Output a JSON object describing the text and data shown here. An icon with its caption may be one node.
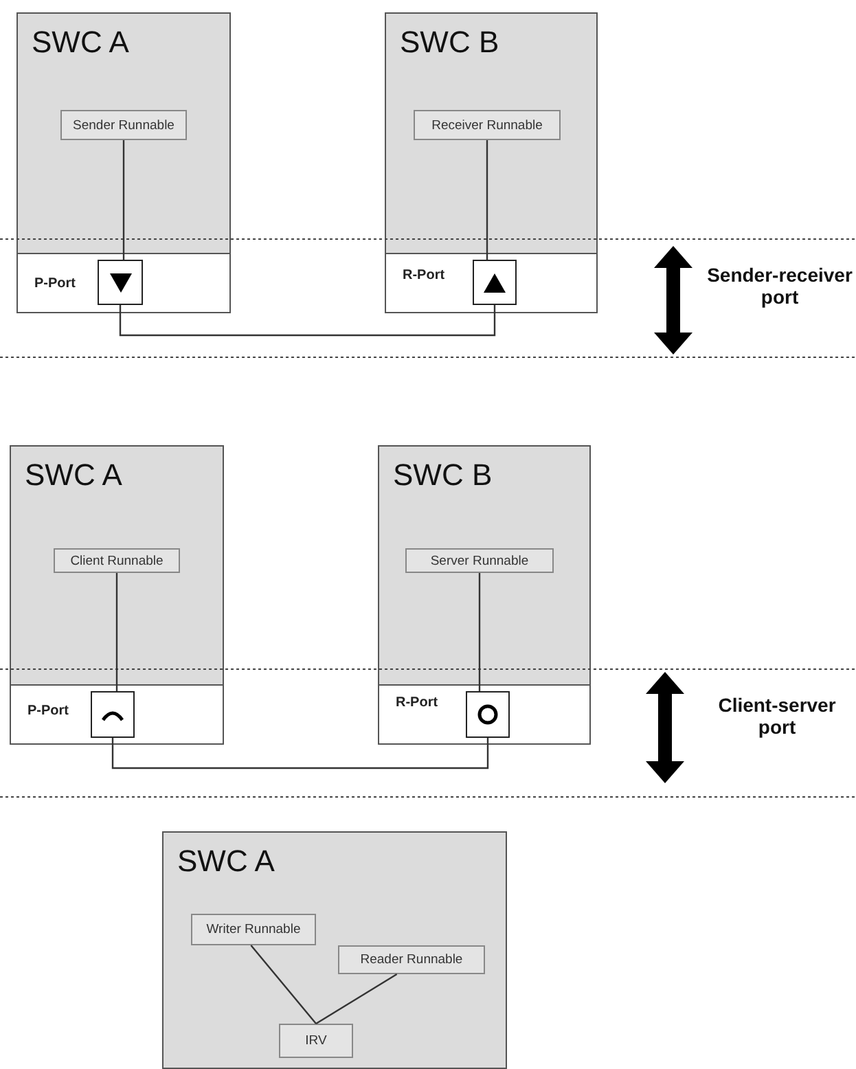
{
  "diagram": {
    "nodes": [
      {
        "text": [
          "SWC A"
        ]
      },
      {
        "text": [
          "Sender Runnable"
        ],
        "in": 0
      },
      {
        "text": [
          "P-Port"
        ],
        "in": 0
      },
      {
        "text": [],
        "shape": "box",
        "in": 2
      },
      {
        "text": [
          "SWC B"
        ]
      },
      {
        "text": [
          "Receiver Runnable"
        ],
        "in": 4
      },
      {
        "text": [
          "R-Port"
        ],
        "in": 4
      },
      {
        "text": [],
        "shape": "box",
        "in": 6
      },
      {
        "text": [
          "SWC A"
        ]
      },
      {
        "text": [
          "Client Runnable"
        ],
        "in": 8
      },
      {
        "text": [
          "P-Port"
        ],
        "in": 8
      },
      {
        "text": [],
        "shape": "box",
        "in": 10
      },
      {
        "text": [
          "SWC B"
        ]
      },
      {
        "text": [
          "Server Runnable"
        ],
        "in": 12
      },
      {
        "text": [
          "R-Port"
        ],
        "in": 12
      },
      {
        "text": [],
        "shape": "box",
        "in": 14
      },
      {
        "text": [
          "SWC A"
        ]
      },
      {
        "text": [
          "Writer Runnable"
        ],
        "in": 16
      },
      {
        "text": [
          "Reader Runnable"
        ],
        "in": 16
      },
      {
        "text": [
          "IRV"
        ],
        "in": 16
      }
    ],
    "edges": [
      {
        "from": 1,
        "to": 3,
        "arrow": "none"
      },
      {
        "from": 3,
        "to": 7,
        "arrow": "none"
      },
      {
        "from": 5,
        "to": 7,
        "arrow": "none"
      },
      {
        "from": 9,
        "to": 11,
        "arrow": "none"
      },
      {
        "from": 11,
        "to": 15,
        "arrow": "none"
      },
      {
        "from": 13,
        "to": 15,
        "arrow": "none"
      },
      {
        "from": 17,
        "to": 19,
        "arrow": "none"
      },
      {
        "from": 18,
        "to": 19,
        "arrow": "none"
      }
    ],
    "labels": [
      "Sender-receiver port",
      "Client-server port"
    ]
  }
}
